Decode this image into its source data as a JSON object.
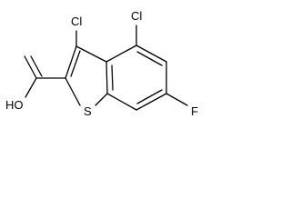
{
  "molecule": {
    "atoms": {
      "cl_left": "Cl",
      "cl_right": "Cl",
      "fluorine": "F",
      "hydroxyl": "HO",
      "sulfur": "S"
    },
    "bond_color": "#000000",
    "label_color": "#000000",
    "background": "#ffffff"
  }
}
